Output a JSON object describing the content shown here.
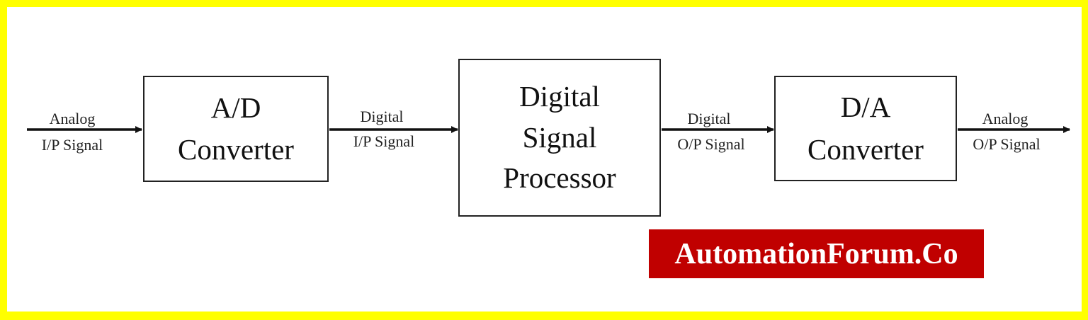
{
  "blocks": [
    {
      "lines": [
        "A/D",
        "Converter"
      ]
    },
    {
      "lines": [
        "Digital",
        "Signal",
        "Processor"
      ]
    },
    {
      "lines": [
        "D/A",
        "Converter"
      ]
    }
  ],
  "signals": [
    {
      "top": "Analog",
      "bottom": "I/P Signal"
    },
    {
      "top": "Digital",
      "bottom": "I/P Signal"
    },
    {
      "top": "Digital",
      "bottom": "O/P Signal"
    },
    {
      "top": "Analog",
      "bottom": "O/P Signal"
    }
  ],
  "watermark": "AutomationForum.Co",
  "colors": {
    "frame": "#ffff00",
    "watermark_bg": "#c00000"
  }
}
